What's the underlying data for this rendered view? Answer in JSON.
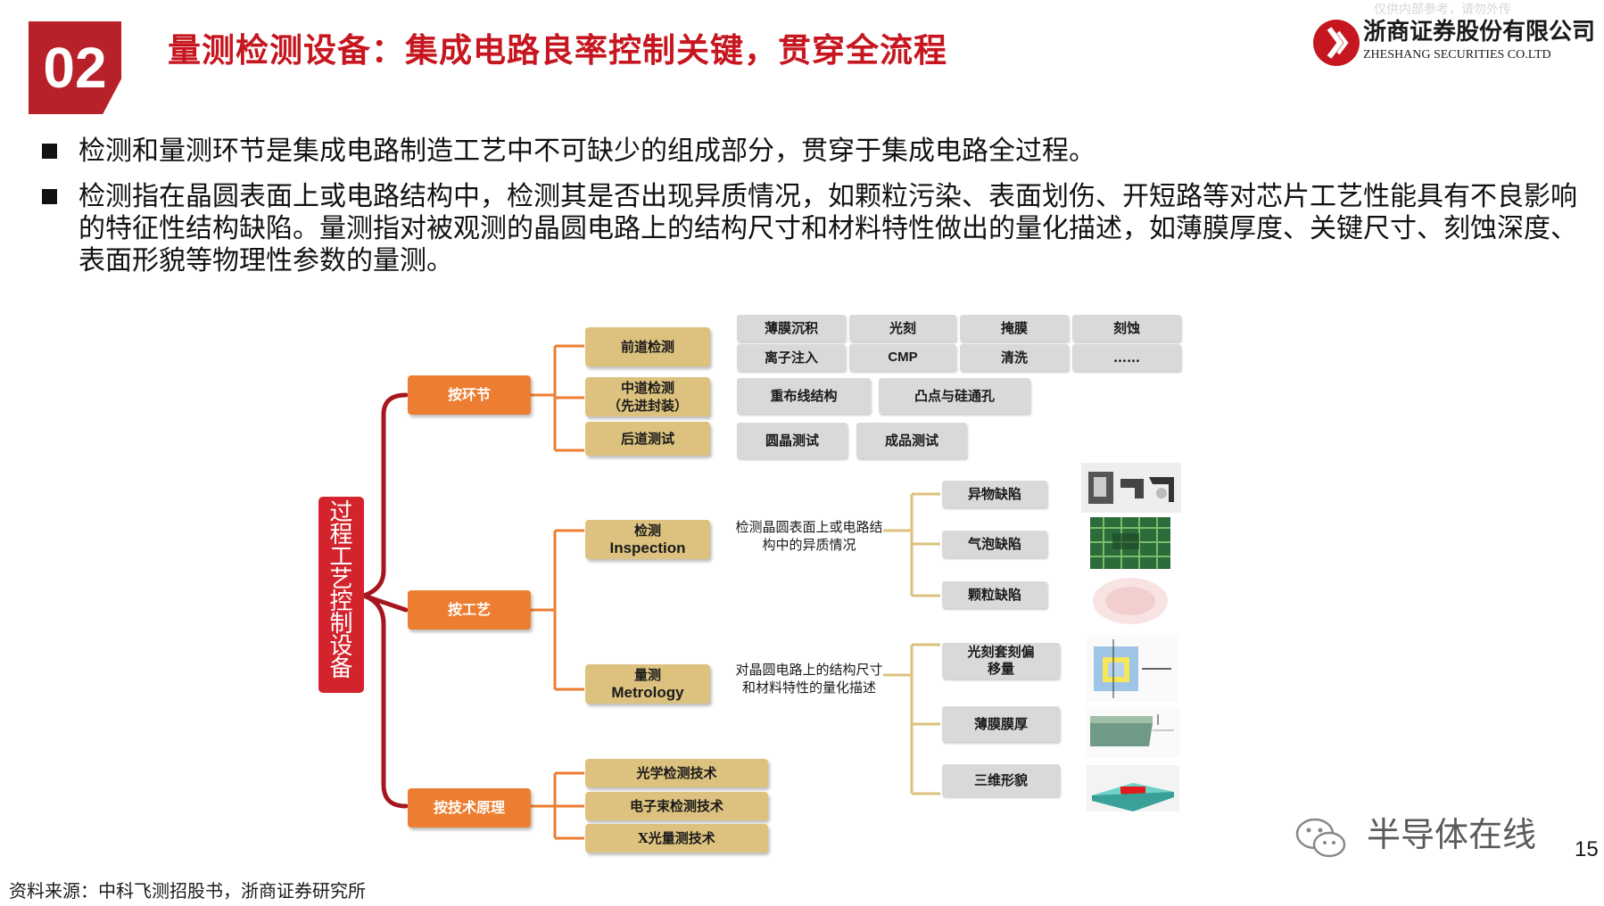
{
  "header": {
    "section_number": "02",
    "title": "量测检测设备：集成电路良率控制关键，贯穿全流程",
    "watermark": "仅供内部参考，请勿外传",
    "company_cn": "浙商证券股份有限公司",
    "company_en": "ZHESHANG SECURITIES CO.LTD"
  },
  "bullets": [
    "检测和量测环节是集成电路制造工艺中不可缺少的组成部分，贯穿于集成电路全过程。",
    "检测指在晶圆表面上或电路结构中，检测其是否出现异质情况，如颗粒污染、表面划伤、开短路等对芯片工艺性能具有不良影响的特征性结构缺陷。量测指对被观测的晶圆电路上的结构尺寸和材料特性做出的量化描述，如薄膜厚度、关键尺寸、刻蚀深度、表面形貌等物理性参数的量测。"
  ],
  "diagram": {
    "root": "过程工艺控制设备",
    "by_stage": {
      "label": "按环节",
      "front": {
        "label": "前道检测",
        "items": [
          "薄膜沉积",
          "光刻",
          "掩膜",
          "刻蚀",
          "离子注入",
          "CMP",
          "清洗",
          "……"
        ]
      },
      "middle": {
        "label_line1": "中道检测",
        "label_line2": "（先进封装）",
        "items": [
          "重布线结构",
          "凸点与硅通孔"
        ]
      },
      "back": {
        "label": "后道测试",
        "items": [
          "圆晶测试",
          "成品测试"
        ]
      }
    },
    "by_process": {
      "label": "按工艺",
      "inspection": {
        "label_cn": "检测",
        "label_en": "Inspection",
        "desc": "检测晶圆表面上或电路结构中的异质情况",
        "items": [
          "异物缺陷",
          "气泡缺陷",
          "颗粒缺陷"
        ]
      },
      "metrology": {
        "label_cn": "量测",
        "label_en": "Metrology",
        "desc": "对晶圆电路上的结构尺寸和材料特性的量化描述",
        "items": [
          "光刻套刻偏移量",
          "薄膜膜厚",
          "三维形貌"
        ],
        "item_line1": "光刻套刻偏",
        "item_line2": "移量"
      }
    },
    "by_principle": {
      "label": "按技术原理",
      "items": [
        "光学检测技术",
        "电子束检测技术",
        "X光量测技术"
      ]
    }
  },
  "footer": {
    "source": "资料来源：中科飞测招股书，浙商证券研究所",
    "brand": "半导体在线",
    "page_number": "15"
  },
  "colors": {
    "brand_red": "#c6161f",
    "orange": "#ed7d31",
    "gold": "#dcc27e",
    "connector": "#a5161f",
    "gray_chip": "#d9d9d9"
  }
}
